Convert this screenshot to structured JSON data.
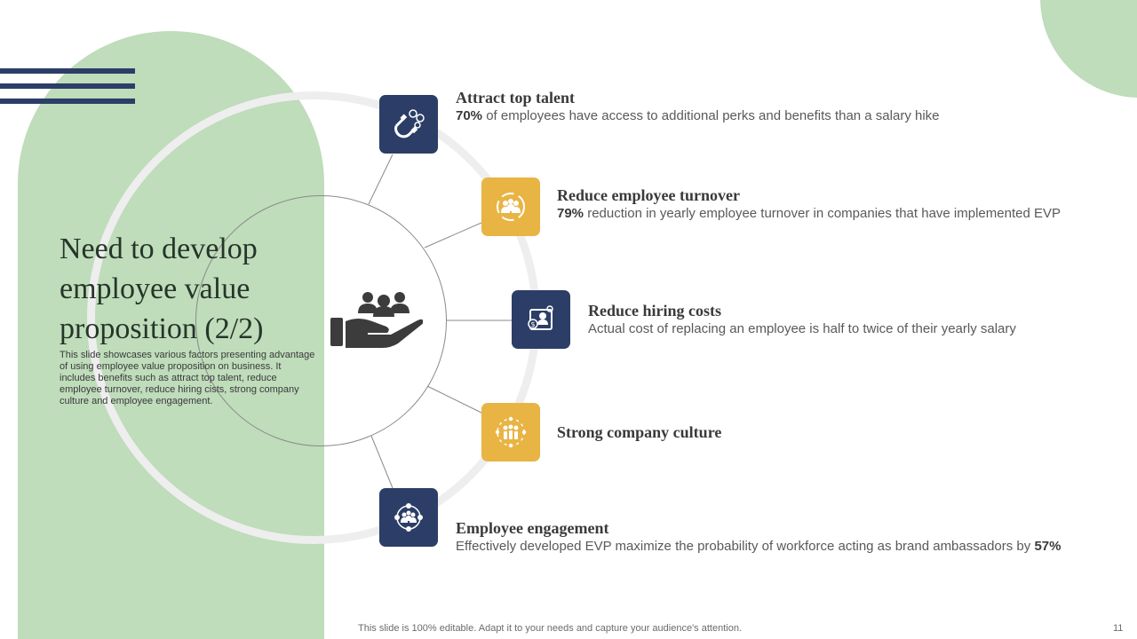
{
  "slide": {
    "title": "Need to develop employee value proposition (2/2)",
    "description": "This slide showcases various factors presenting advantage of using employee value proposition on business. It includes benefits such as attract top talent, reduce employee turnover, reduce hiring cists, strong company culture and employee engagement.",
    "footer": "This slide is 100% editable. Adapt it to your needs and capture your audience's attention.",
    "page_number": "11",
    "center_icon": "hand-holding-people-icon"
  },
  "items": [
    {
      "title": "Attract top talent",
      "desc_bold": "70%",
      "desc_rest": " of employees have access to additional perks and benefits than a salary hike",
      "icon": "magnet-attracting-people-icon",
      "color": "#2c3e67"
    },
    {
      "title": "Reduce employee turnover",
      "desc_bold": "79%",
      "desc_rest": " reduction in yearly employee turnover in companies that have implemented EVP",
      "icon": "team-cycle-icon",
      "color": "#e8b444"
    },
    {
      "title": "Reduce hiring costs",
      "desc_bold": "",
      "desc_rest": "Actual cost of replacing an employee is half to twice of their yearly salary",
      "icon": "hiring-cost-icon",
      "color": "#2c3e67"
    },
    {
      "title": "Strong company culture",
      "desc_bold": "",
      "desc_rest": "",
      "icon": "team-network-icon",
      "color": "#e8b444"
    },
    {
      "title": "Employee engagement",
      "desc_pre": "Effectively developed EVP maximize the probability of workforce acting as brand ambassadors by ",
      "desc_bold_end": "57%",
      "icon": "engagement-network-icon",
      "color": "#2c3e67"
    }
  ],
  "colors": {
    "panel_green": "#bfdcbb",
    "navy": "#2c3e67",
    "gold": "#e8b444"
  }
}
